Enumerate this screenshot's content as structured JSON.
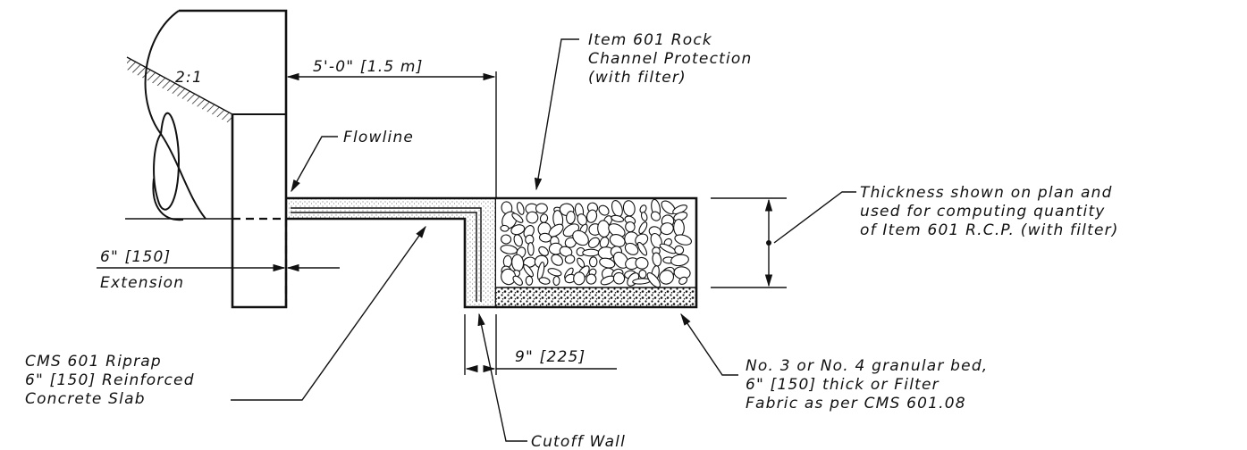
{
  "labels": {
    "slope": "2:1",
    "dimension_width": "5'-0\" [1.5 m]",
    "rock_line1": "Item 601 Rock",
    "rock_line2": "Channel Protection",
    "rock_line3": "(with filter)",
    "flowline": "Flowline",
    "thickness_line1": "Thickness shown on plan and",
    "thickness_line2": "used for computing quantity",
    "thickness_line3": "of Item 601 R.C.P. (with filter)",
    "extension_line1": "6\" [150]",
    "extension_line2": "Extension",
    "riprap_line1": "CMS 601 Riprap",
    "riprap_line2": "6\" [150] Reinforced",
    "riprap_line3": "Concrete Slab",
    "cutoff_dim": "9\" [225]",
    "bed_line1": "No. 3 or No. 4 granular bed,",
    "bed_line2": "6\" [150] thick or Filter",
    "bed_line3": "Fabric as per CMS 601.08",
    "cutoff_wall": "Cutoff Wall"
  }
}
